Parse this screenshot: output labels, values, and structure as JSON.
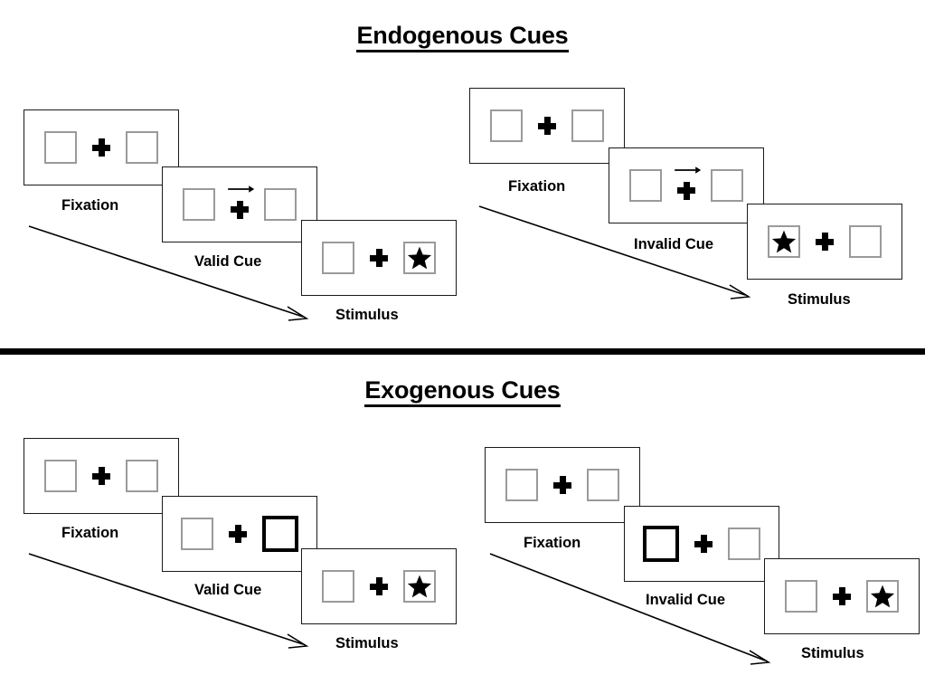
{
  "figure": {
    "title_endogenous": "Endogenous Cues",
    "title_exogenous": "Exogenous Cues",
    "divider_color": "#000000"
  },
  "colors": {
    "panel_border": "#1a1a1a",
    "box_border": "#9a9a9a",
    "box_highlight_border": "#000000",
    "fixation_cross": "#000000",
    "star": "#000000",
    "text": "#000000",
    "background": "#ffffff"
  },
  "sequences": [
    {
      "id": "endogenous-valid",
      "section": "Endogenous Cues",
      "condition": "valid",
      "panels": [
        {
          "caption": "Fixation",
          "cue_type": "none",
          "left_box": "empty",
          "right_box": "empty",
          "arrow": "none"
        },
        {
          "caption": "Valid Cue",
          "cue_type": "arrow",
          "left_box": "empty",
          "right_box": "empty",
          "arrow": "right"
        },
        {
          "caption": "Stimulus",
          "cue_type": "none",
          "left_box": "empty",
          "right_box": "star",
          "arrow": "none"
        }
      ]
    },
    {
      "id": "endogenous-invalid",
      "section": "Endogenous Cues",
      "condition": "invalid",
      "panels": [
        {
          "caption": "Fixation",
          "cue_type": "none",
          "left_box": "empty",
          "right_box": "empty",
          "arrow": "none"
        },
        {
          "caption": "Invalid Cue",
          "cue_type": "arrow",
          "left_box": "empty",
          "right_box": "empty",
          "arrow": "right"
        },
        {
          "caption": "Stimulus",
          "cue_type": "none",
          "left_box": "star",
          "right_box": "empty",
          "arrow": "none"
        }
      ]
    },
    {
      "id": "exogenous-valid",
      "section": "Exogenous Cues",
      "condition": "valid",
      "panels": [
        {
          "caption": "Fixation",
          "cue_type": "none",
          "left_box": "empty",
          "right_box": "empty",
          "arrow": "none"
        },
        {
          "caption": "Valid Cue",
          "cue_type": "flash",
          "left_box": "empty",
          "right_box": "highlight",
          "arrow": "none"
        },
        {
          "caption": "Stimulus",
          "cue_type": "none",
          "left_box": "empty",
          "right_box": "star",
          "arrow": "none"
        }
      ]
    },
    {
      "id": "exogenous-invalid",
      "section": "Exogenous Cues",
      "condition": "invalid",
      "panels": [
        {
          "caption": "Fixation",
          "cue_type": "none",
          "left_box": "empty",
          "right_box": "empty",
          "arrow": "none"
        },
        {
          "caption": "Invalid Cue",
          "cue_type": "flash",
          "left_box": "highlight",
          "right_box": "empty",
          "arrow": "none"
        },
        {
          "caption": "Stimulus",
          "cue_type": "none",
          "left_box": "empty",
          "right_box": "star",
          "arrow": "none"
        }
      ]
    }
  ],
  "captions": {
    "endo_valid": {
      "p0": "Fixation",
      "p1": "Valid Cue",
      "p2": "Stimulus"
    },
    "endo_invalid": {
      "p0": "Fixation",
      "p1": "Invalid Cue",
      "p2": "Stimulus"
    },
    "exo_valid": {
      "p0": "Fixation",
      "p1": "Valid Cue",
      "p2": "Stimulus"
    },
    "exo_invalid": {
      "p0": "Fixation",
      "p1": "Invalid Cue",
      "p2": "Stimulus"
    }
  }
}
